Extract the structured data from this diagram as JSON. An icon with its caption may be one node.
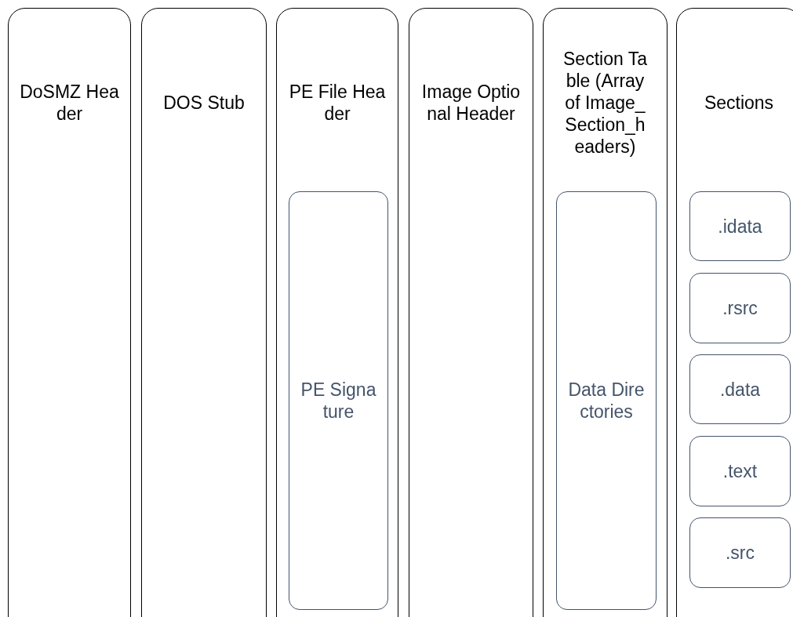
{
  "diagram": {
    "nodes": [
      {
        "text": [
          "DoSMZ Header"
        ]
      },
      {
        "text": [
          "DOS Stub"
        ]
      },
      {
        "text": [
          "PE File Header"
        ]
      },
      {
        "text": [
          "PE Signature"
        ],
        "in": 2
      },
      {
        "text": [
          "Image Optional Header"
        ]
      },
      {
        "text": [
          "Section Table (Array of Image_Section_headers)"
        ]
      },
      {
        "text": [
          "Data Directories"
        ],
        "in": 5
      },
      {
        "text": [
          "Sections"
        ]
      },
      {
        "text": [
          ".idata"
        ],
        "in": 7
      },
      {
        "text": [
          ".rsrc"
        ],
        "in": 7
      },
      {
        "text": [
          ".data"
        ],
        "in": 7
      },
      {
        "text": [
          ".text"
        ],
        "in": 7
      },
      {
        "text": [
          ".src"
        ],
        "in": 7
      }
    ]
  }
}
